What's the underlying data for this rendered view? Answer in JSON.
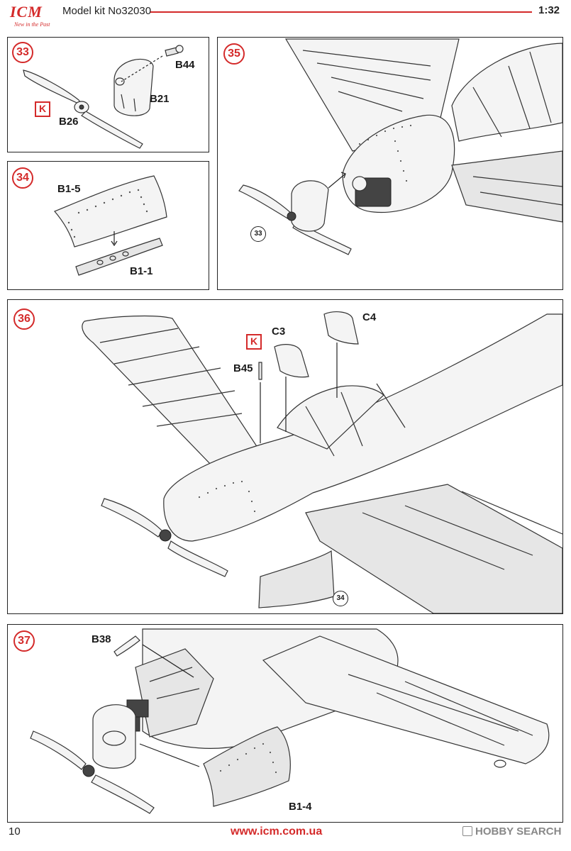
{
  "header": {
    "brand": "ICM",
    "tagline": "New in the Past",
    "model_kit": "Model kit No32030",
    "scale": "1:32"
  },
  "steps": {
    "s33": {
      "number": "33",
      "labels": {
        "b44": "B44",
        "b21": "B21",
        "b26": "B26"
      },
      "marker": "K"
    },
    "s34": {
      "number": "34",
      "labels": {
        "b15": "B1-5",
        "b11": "B1-1"
      }
    },
    "s35": {
      "number": "35",
      "ref": "33"
    },
    "s36": {
      "number": "36",
      "labels": {
        "c3": "C3",
        "c4": "C4",
        "b45": "B45"
      },
      "marker": "K",
      "ref": "34"
    },
    "s37": {
      "number": "37",
      "labels": {
        "b38": "B38",
        "b14": "B1-4"
      }
    }
  },
  "footer": {
    "page_number": "10",
    "url": "www.icm.com.ua",
    "watermark": "HOBBY SEARCH"
  },
  "colors": {
    "accent": "#d42a2a",
    "line": "#222222"
  }
}
